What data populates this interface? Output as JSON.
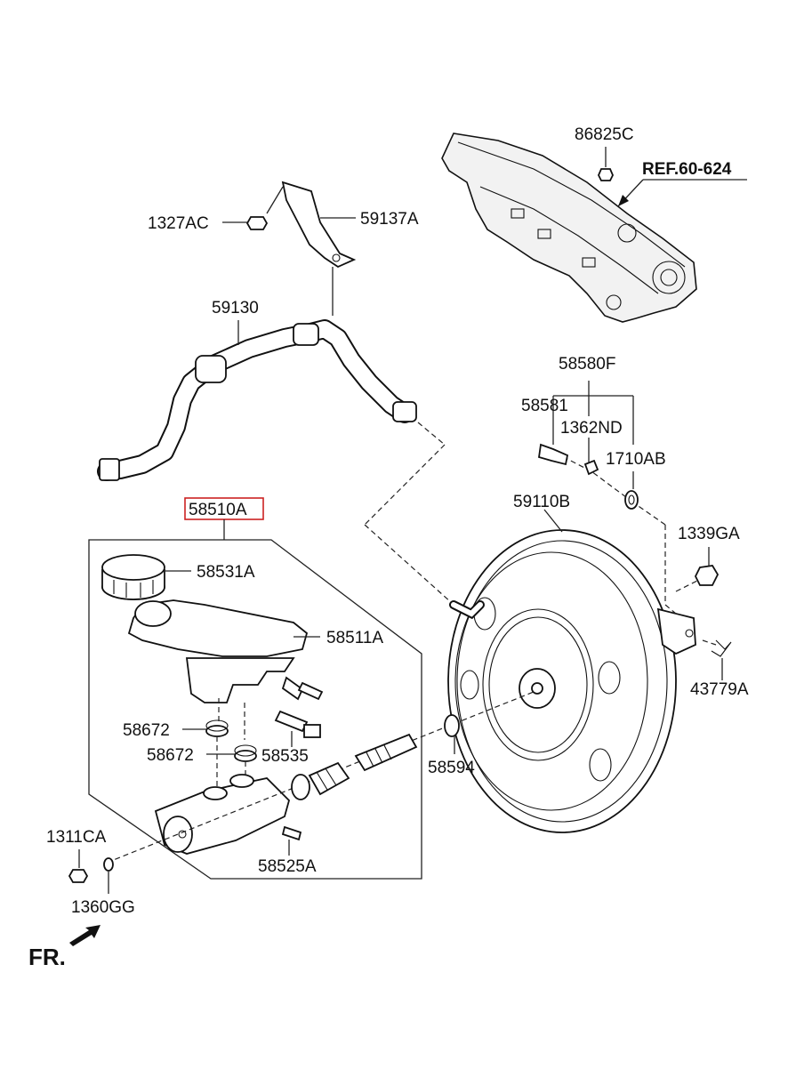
{
  "labels": {
    "ref": "REF.60-624",
    "p86825C": "86825C",
    "p1327AC": "1327AC",
    "p59137A": "59137A",
    "p59130": "59130",
    "p58580F": "58580F",
    "p58581": "58581",
    "p1362ND": "1362ND",
    "p1710AB": "1710AB",
    "p58510A": "58510A",
    "p59110B": "59110B",
    "p1339GA": "1339GA",
    "p58531A": "58531A",
    "p58511A": "58511A",
    "p43779A": "43779A",
    "p58672a": "58672",
    "p58672b": "58672",
    "p58535": "58535",
    "p58594": "58594",
    "p1311CA": "1311CA",
    "p58525A": "58525A",
    "p1360GG": "1360GG",
    "front": "FR."
  },
  "colors": {
    "highlight_box": "#cc2222",
    "line": "#222222"
  }
}
